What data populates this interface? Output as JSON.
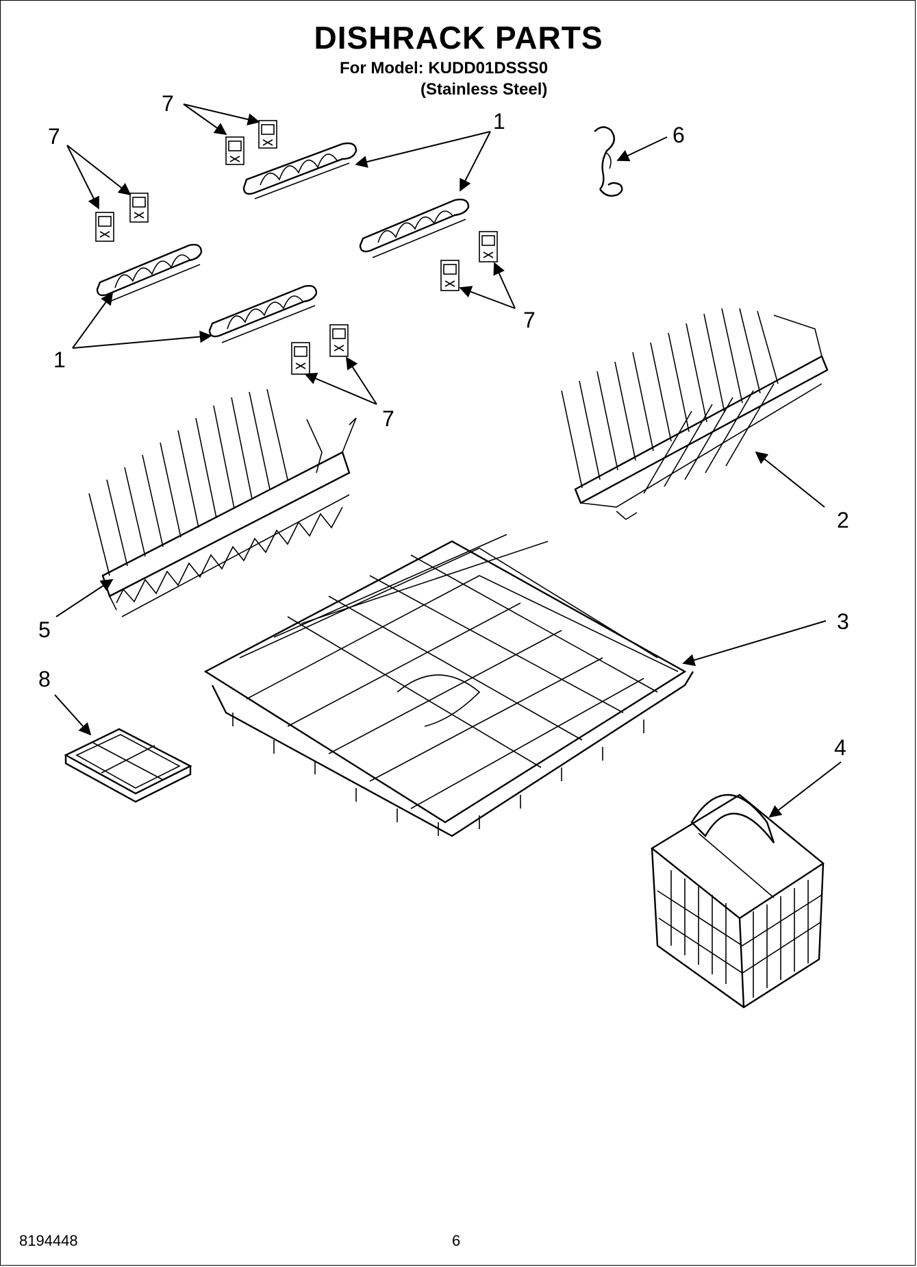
{
  "header": {
    "title": "DISHRACK PARTS",
    "model_line": "For Model: KUDD01DSSS0",
    "finish_line": "(Stainless Steel)"
  },
  "footer": {
    "doc_number": "8194448",
    "page_number": "6"
  },
  "callouts": {
    "c1a": "1",
    "c1b": "1",
    "c2": "2",
    "c3": "3",
    "c4": "4",
    "c5": "5",
    "c6": "6",
    "c7a": "7",
    "c7b": "7",
    "c7c": "7",
    "c7d": "7",
    "c8": "8"
  }
}
